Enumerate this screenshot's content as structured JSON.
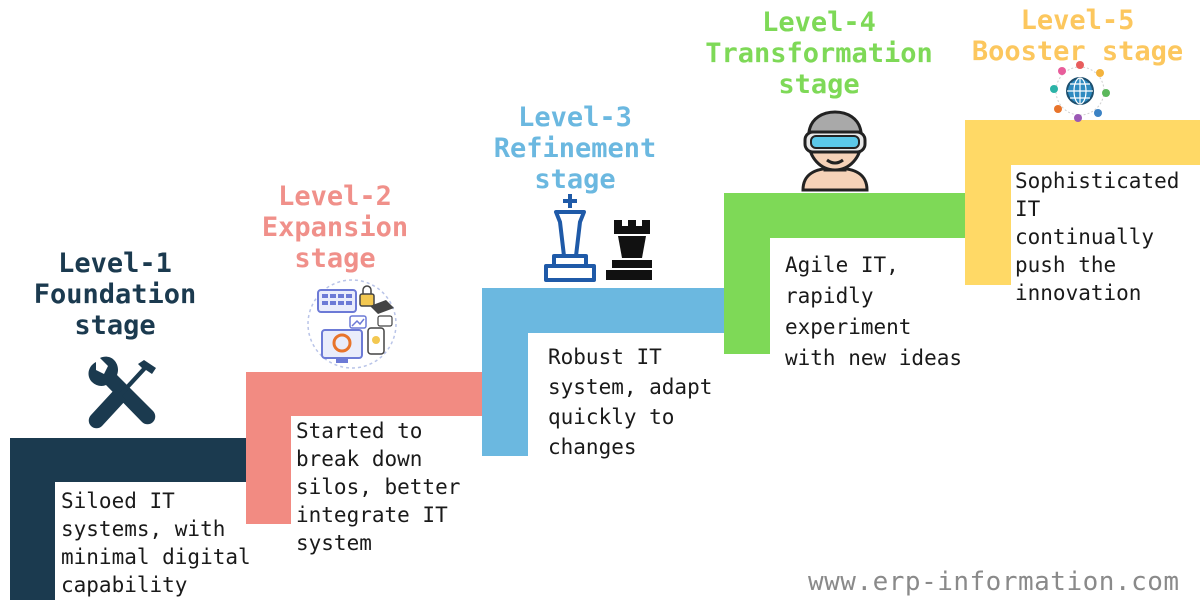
{
  "colors": {
    "level1": "#1b3a4f",
    "level2": "#f28b82",
    "level2_text": "#f0908a",
    "level3": "#6bb8e0",
    "level4": "#7ed957",
    "level5": "#ffd966",
    "level5_text": "#fcc75e"
  },
  "levels": [
    {
      "title": "Level-1\nFoundation\nstage",
      "description": "Siloed IT\nsystems, with\nminimal digital\ncapability",
      "icon": "tools-icon"
    },
    {
      "title": "Level-2\nExpansion\nstage",
      "description": "Started to\nbreak down\nsilos, better\nintegrate IT\nsystem",
      "icon": "digital-workplace-icon"
    },
    {
      "title": "Level-3\nRefinement\nstage",
      "description": "Robust IT\nsystem, adapt\nquickly to\nchanges",
      "icon": "chess-pieces-icon"
    },
    {
      "title": "Level-4\nTransformation\nstage",
      "description": "Agile IT,\nrapidly\nexperiment\nwith new ideas",
      "icon": "vr-headset-person-icon"
    },
    {
      "title": "Level-5\nBooster stage",
      "description": "Sophisticated\nIT\ncontinually\npush the\ninnovation",
      "icon": "global-network-icon"
    }
  ],
  "footer": {
    "watermark": "www.erp-information.com"
  }
}
